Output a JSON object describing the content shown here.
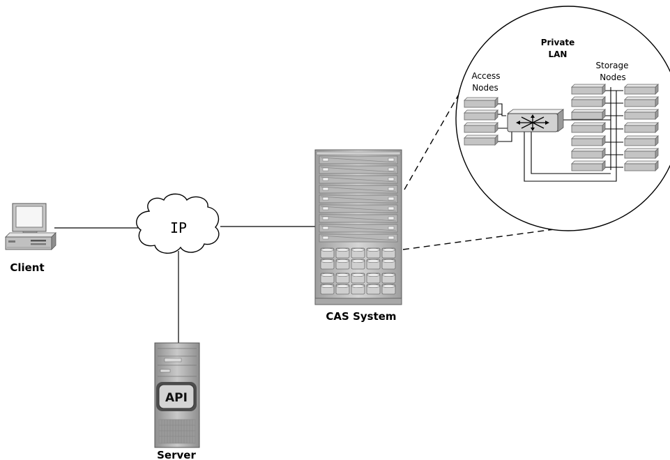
{
  "labels": {
    "client": "Client",
    "server": "Server",
    "cas_system": "CAS System",
    "network": "IP",
    "api": "API",
    "private_lan_line1": "Private",
    "private_lan_line2": "LAN",
    "access_nodes_line1": "Access",
    "access_nodes_line2": "Nodes",
    "storage_nodes_line1": "Storage",
    "storage_nodes_line2": "Nodes"
  },
  "colors": {
    "device_gray": "#bdbdbd",
    "device_dark": "#8a8a8a",
    "line": "#000000"
  },
  "icons": {
    "client": "desktop-computer-icon",
    "network": "cloud-icon",
    "cas": "storage-rack-icon",
    "server": "tower-server-icon",
    "switch": "network-switch-icon"
  }
}
